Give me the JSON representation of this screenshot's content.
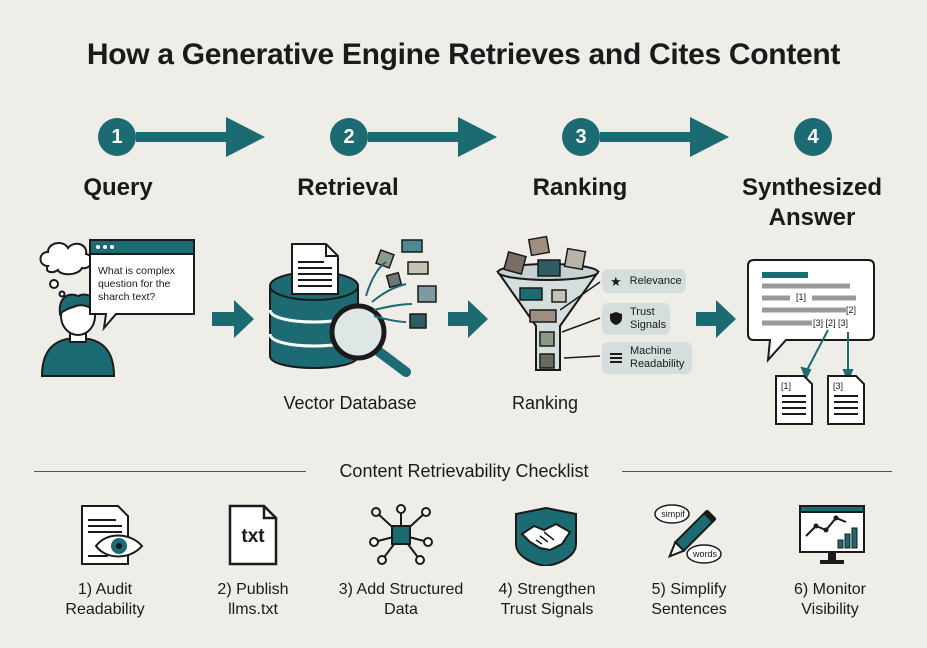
{
  "title": "How a Generative Engine Retrieves and Cites Content",
  "stages": [
    {
      "number": "1",
      "title": "Query"
    },
    {
      "number": "2",
      "title": "Retrieval"
    },
    {
      "number": "3",
      "title": "Ranking"
    },
    {
      "number": "4",
      "title": "Synthesized Answer"
    }
  ],
  "query_bubble": {
    "text": "What is complex question for the sharch text?"
  },
  "captions": {
    "retrieval": "Vector Database",
    "ranking": "Ranking"
  },
  "ranking_signals": [
    {
      "label": "Relevance",
      "icon": "star-icon"
    },
    {
      "label": "Trust Signals",
      "icon": "shield-icon"
    },
    {
      "label": "Machine Readability",
      "icon": "lines-icon"
    }
  ],
  "answer": {
    "citations": [
      "[1]",
      "[2]",
      "[3] [2] [3]"
    ],
    "sources": [
      "[1]",
      "[3]"
    ]
  },
  "checklist": {
    "title": "Content Retrievability Checklist",
    "items": [
      {
        "label": "1) Audit Readability",
        "icon": "document-eye-icon"
      },
      {
        "label": "2) Publish llms.txt",
        "icon": "txt-file-icon",
        "icon_text": "txt"
      },
      {
        "label": "3) Add Structured Data",
        "icon": "network-icon"
      },
      {
        "label": "4) Strengthen Trust Signals",
        "icon": "handshake-icon"
      },
      {
        "label": "5) Simplify Sentences",
        "icon": "pencil-icon",
        "bubble_top": "simpif",
        "bubble_bottom": "words"
      },
      {
        "label": "6) Monitor Visibility",
        "icon": "monitor-chart-icon"
      }
    ]
  },
  "colors": {
    "accent": "#1d6b72",
    "background": "#efede7",
    "ink": "#1a1a1a",
    "pill": "#d4dedd"
  }
}
